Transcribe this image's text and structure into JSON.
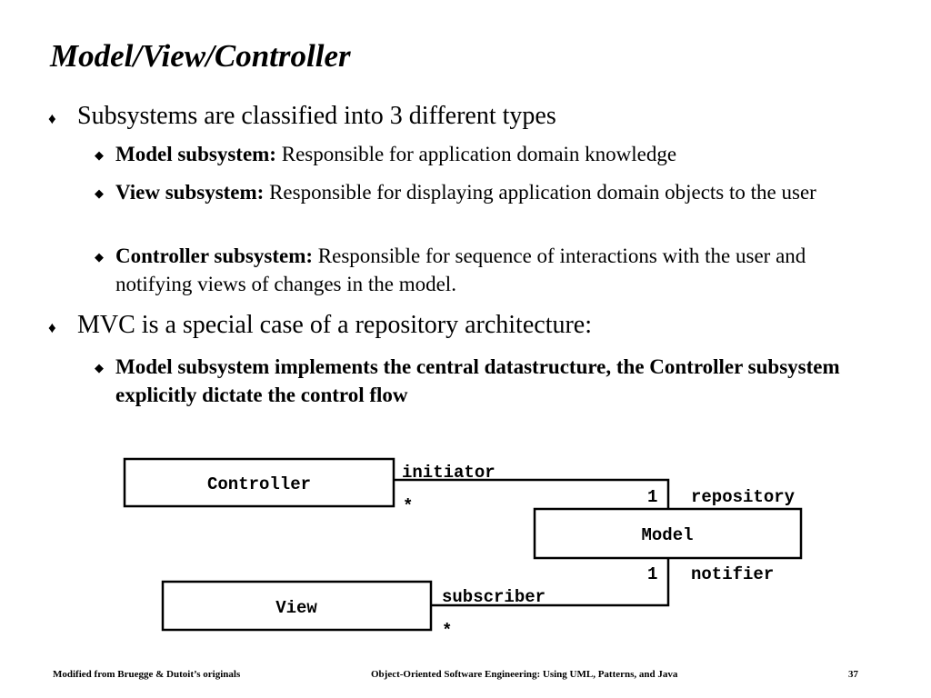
{
  "slide": {
    "title": "Model/View/Controller",
    "bullets": [
      {
        "text": "Subsystems are classified into 3 different types",
        "sub": [
          {
            "bold": "Model subsystem:",
            "text": " Responsible for application domain knowledge"
          },
          {
            "bold": "View subsystem:",
            "text": " Responsible for displaying application domain objects to the user"
          },
          {
            "bold": "Controller subsystem:",
            "text": "  Responsible for sequence of interactions with the user and notifying views of changes in the model."
          }
        ]
      },
      {
        "text": "MVC is a special case of a repository architecture:",
        "sub": [
          {
            "bold": "Model subsystem implements the central datastructure, the Controller subsystem explicitly dictate the control flow",
            "text": ""
          }
        ]
      }
    ],
    "bullet_glyph": "♦",
    "sub_bullet_glyph": "◆"
  },
  "diagram": {
    "boxes": {
      "controller": "Controller",
      "model": "Model",
      "view": "View"
    },
    "labels": {
      "initiator": "initiator",
      "controller_mult": "*",
      "repository_mult": "1",
      "repository": "repository",
      "notifier_mult": "1",
      "notifier": "notifier",
      "subscriber": "subscriber",
      "view_mult": "*"
    }
  },
  "footer": {
    "left": "Modified from Bruegge & Dutoit’s originals",
    "center": "Object-Oriented Software Engineering: Using UML, Patterns, and Java",
    "page": "37"
  }
}
